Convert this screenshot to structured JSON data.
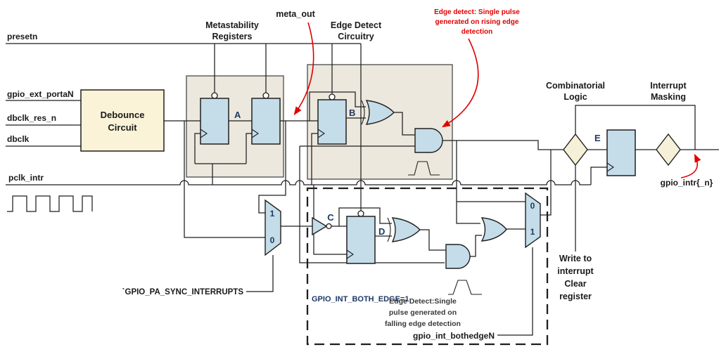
{
  "signals": {
    "presetn": "presetn",
    "gpio_ext_portaN": "gpio_ext_portaN",
    "dbclk_res_n": "dbclk_res_n",
    "dbclk": "dbclk",
    "pclk_intr": "pclk_intr",
    "gpio_intr": "gpio_intr{_n}",
    "gpio_int_bothedgeN": "gpio_int_bothedgeN",
    "sync_define": "`GPIO_PA_SYNC_INTERRUPTS",
    "both_edge_define": "GPIO_INT_BOTH_EDGE=1"
  },
  "blocks": {
    "debounce_line1": "Debounce",
    "debounce_line2": "Circuit"
  },
  "captions": {
    "metastability_line1": "Metastability",
    "metastability_line2": "Registers",
    "meta_out": "meta_out",
    "edge_detect_line1": "Edge Detect",
    "edge_detect_line2": "Circuitry",
    "combinatorial_line1": "Combinatorial",
    "combinatorial_line2": "Logic",
    "interrupt_masking_line1": "Interrupt",
    "interrupt_masking_line2": "Masking",
    "write_clear_line1": "Write to",
    "write_clear_line2": "interrupt",
    "write_clear_line3": "Clear",
    "write_clear_line4": "register"
  },
  "annotations": {
    "rising_line1": "Edge detect: Single pulse",
    "rising_line2": "generated on rising edge",
    "rising_line3": "detection",
    "falling_line1": "Edge Detect:Single",
    "falling_line2": "pulse generated on",
    "falling_line3": "falling edge detection"
  },
  "ff_labels": {
    "a": "A",
    "b": "B",
    "c": "C",
    "d": "D",
    "e": "E"
  },
  "mux": {
    "sync_top": "1",
    "sync_bottom": "0",
    "bothedge_top": "0",
    "bothedge_bottom": "1"
  },
  "colors": {
    "line": "#1f1f1f",
    "line-soft": "#4a4a4a",
    "box-fill": "#ece8dd",
    "ff-fill": "#c5dce9",
    "yellow-fill": "#faf3d8",
    "diamond-fill": "#f6f0d8",
    "navy": "#1f3864",
    "text": "#1a1a1a",
    "red": "#e00000"
  }
}
